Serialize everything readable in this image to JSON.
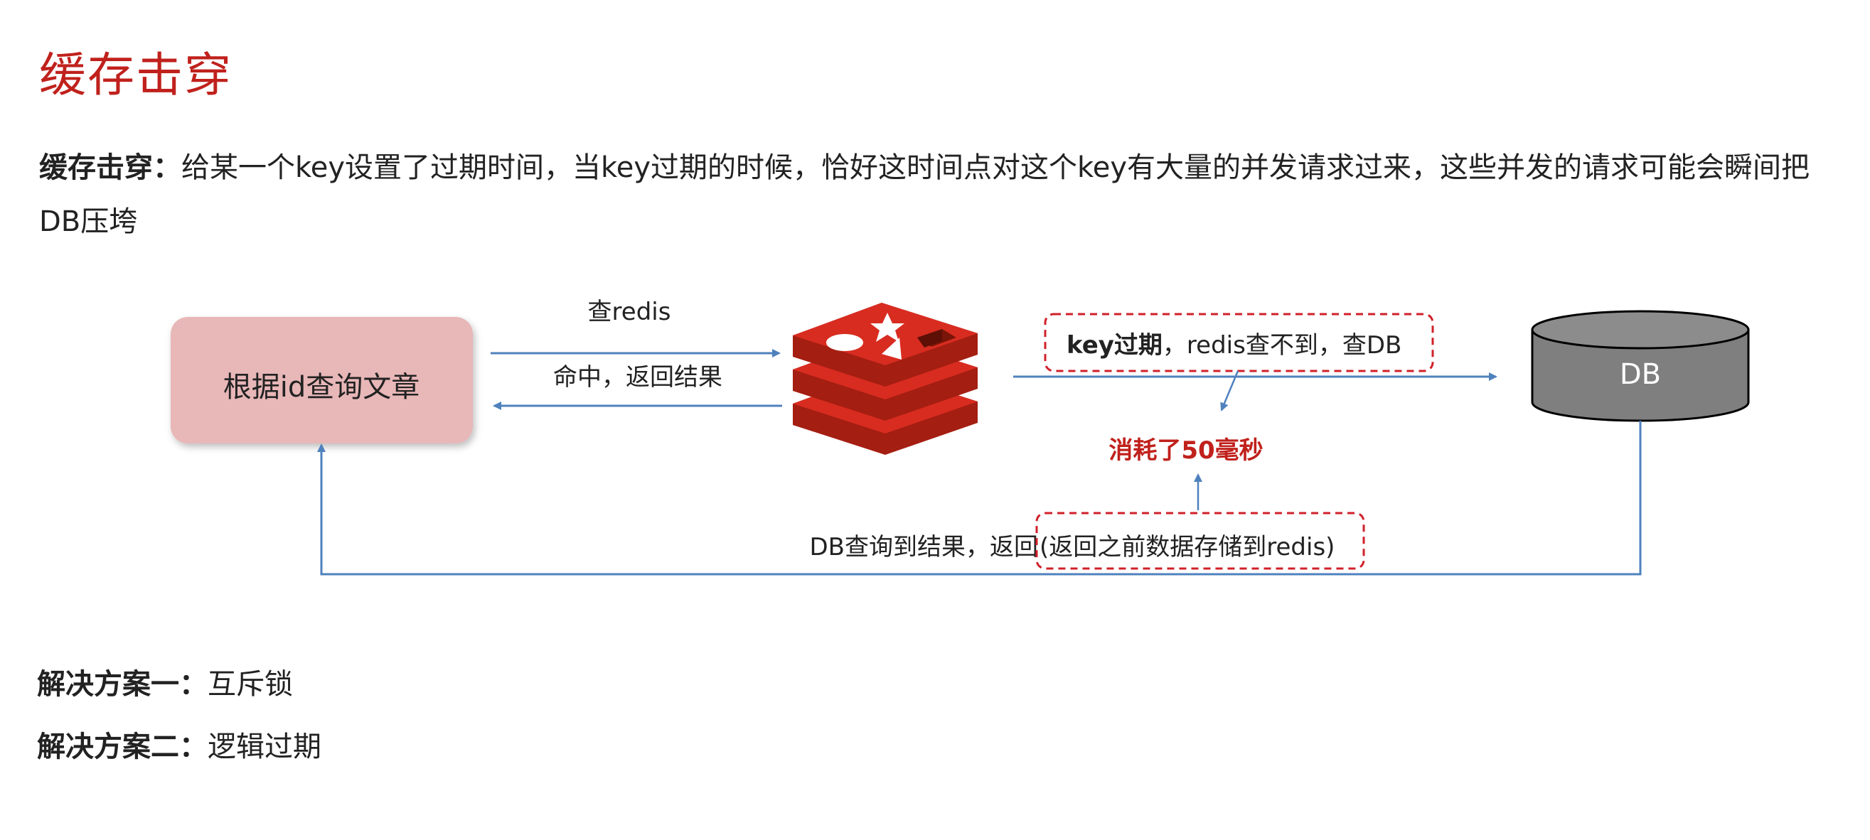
{
  "page": {
    "title": "缓存击穿"
  },
  "intro": {
    "term": "缓存击穿：",
    "text": "给某一个key设置了过期时间，当key过期的时候，恰好这时间点对这个key有大量的并发请求过来，这些并发的请求可能会瞬间把DB压垮"
  },
  "diagram": {
    "client_box": "根据id查询文章",
    "query_redis_label": "查redis",
    "hit_return_label": "命中，返回结果",
    "expired_label_bold": "key过期",
    "expired_label_rest": "，redis查不到，查DB",
    "cost_label": "消耗了50毫秒",
    "db_label": "DB",
    "db_result_label": "DB查询到结果，返回",
    "store_label": "(返回之前数据存储到redis)",
    "colors": {
      "client_fill": "#e8b7b8",
      "arrow": "#4f81bd",
      "dashed_border": "#d0202a",
      "cost_text": "#c0211c",
      "db_fill": "#7f7f7f",
      "redis_red": "#d82c20"
    }
  },
  "solutions": [
    {
      "label": "解决方案一：",
      "text": "互斥锁"
    },
    {
      "label": "解决方案二：",
      "text": "逻辑过期"
    }
  ]
}
